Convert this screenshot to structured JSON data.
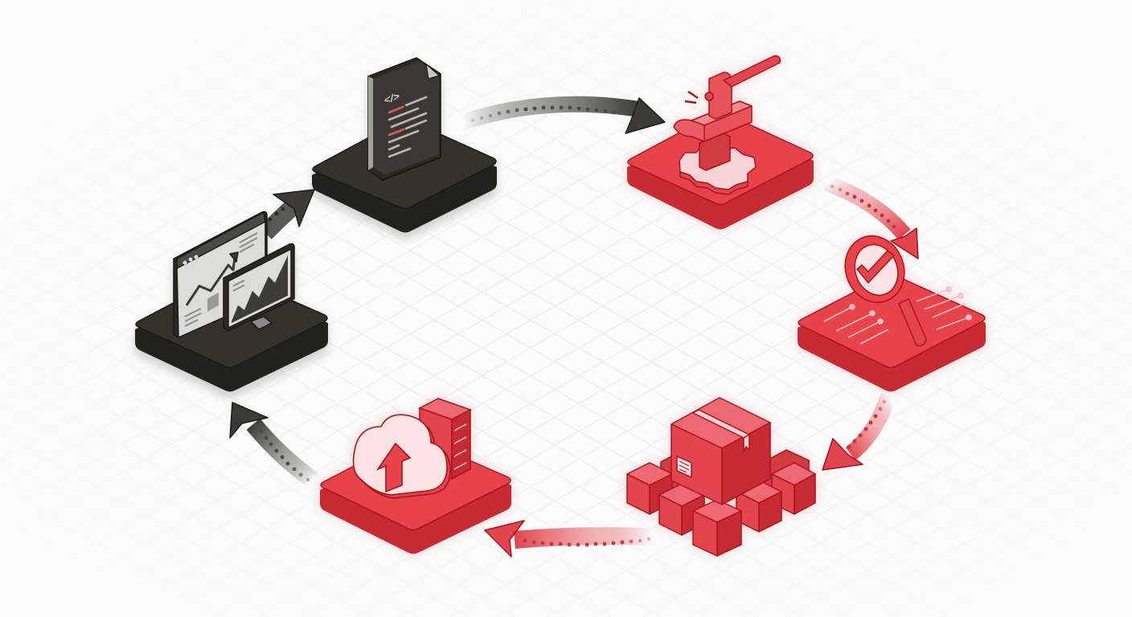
{
  "diagram": {
    "type": "cycle",
    "style": "isometric",
    "topic": "DevOps lifecycle",
    "colors": {
      "background": "#fbfbfb",
      "grid": "#e6e6e6",
      "dark_tile_top": "#35332c",
      "dark_tile_side": "#23221d",
      "red_tile_top": "#e8424b",
      "red_tile_side": "#c62a33",
      "red_outline": "#a8121c",
      "red_light": "#f8d4d6",
      "dark_arrow": "#3c3b36",
      "red_arrow": "#e2454d"
    },
    "nodes": [
      {
        "id": "code",
        "icon": "code-file-icon",
        "tile_color": "dark",
        "position": "top-left"
      },
      {
        "id": "build",
        "icon": "anvil-hammer-gear-icon",
        "tile_color": "red",
        "position": "top-right"
      },
      {
        "id": "test",
        "icon": "magnifier-check-circuit-icon",
        "tile_color": "red",
        "position": "right"
      },
      {
        "id": "package",
        "icon": "package-boxes-icon",
        "tile_color": "red",
        "position": "bottom-right"
      },
      {
        "id": "deploy",
        "icon": "cloud-upload-server-icon",
        "tile_color": "red",
        "position": "bottom-left"
      },
      {
        "id": "monitor",
        "icon": "analytics-dashboard-icon",
        "tile_color": "dark",
        "position": "left"
      }
    ],
    "edges": [
      {
        "from": "code",
        "to": "build",
        "color": "dark",
        "style": "dotted-curved-arrow"
      },
      {
        "from": "build",
        "to": "test",
        "color": "red",
        "style": "dotted-curved-arrow"
      },
      {
        "from": "test",
        "to": "package",
        "color": "red",
        "style": "dotted-curved-arrow"
      },
      {
        "from": "package",
        "to": "deploy",
        "color": "red",
        "style": "dotted-curved-arrow"
      },
      {
        "from": "deploy",
        "to": "monitor",
        "color": "dark",
        "style": "dotted-curved-arrow"
      },
      {
        "from": "monitor",
        "to": "code",
        "color": "dark",
        "style": "dotted-curved-arrow"
      }
    ],
    "code_icon_glyph": "</>"
  }
}
